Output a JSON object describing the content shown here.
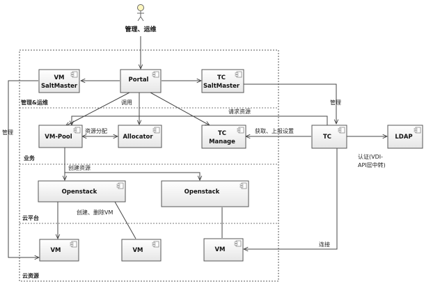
{
  "actor": {
    "label": "管理、运维"
  },
  "nodes": {
    "vm_saltmaster": {
      "line1": "VM",
      "line2": "SaltMaster"
    },
    "portal": {
      "label": "Portal"
    },
    "tc_saltmaster": {
      "line1": "TC",
      "line2": "SaltMaster"
    },
    "vm_pool": {
      "label": "VM-Pool"
    },
    "allocator": {
      "label": "Allocator"
    },
    "tc_manage": {
      "line1": "TC",
      "line2": "Manage"
    },
    "tc": {
      "label": "TC"
    },
    "ldap": {
      "label": "LDAP"
    },
    "openstack_left": {
      "label": "Openstack"
    },
    "openstack_right": {
      "label": "Openstack"
    },
    "vm_1": {
      "label": "VM"
    },
    "vm_2": {
      "label": "VM"
    },
    "vm_3": {
      "label": "VM"
    }
  },
  "zones": {
    "management": "管理&运维",
    "business": "业务",
    "cloud_platform": "云平台",
    "cloud_resources": "云资源"
  },
  "edge_labels": {
    "manage_left": "管理",
    "call": "调用",
    "request_resources": "请求资源",
    "manage_right": "管理",
    "resource_allocation": "资源分配",
    "get_report_settings": "获取、上报设置",
    "auth_line1": "认证(VDI-",
    "auth_line2": "API层中转)",
    "create_resources": "创建资源",
    "create_delete_vm": "创建、删除VM",
    "connect": "连接"
  }
}
